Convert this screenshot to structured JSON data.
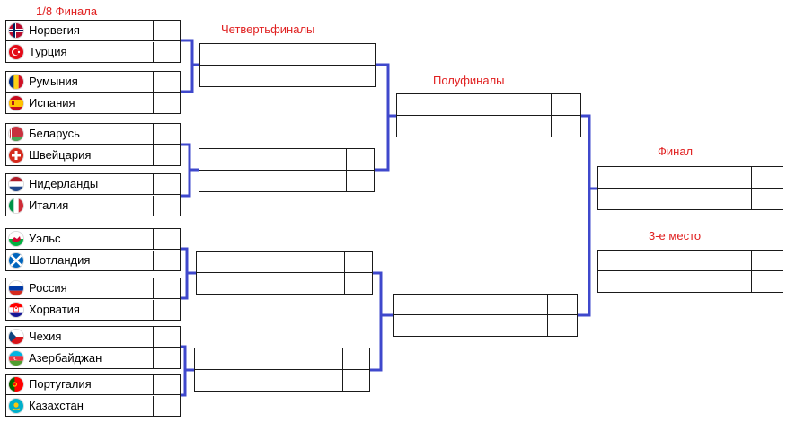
{
  "labels": {
    "round_of_16": "1/8  Финала",
    "quarterfinals": "Четвертьфиналы",
    "semifinals": "Полуфиналы",
    "final": "Финал",
    "third_place": "3-е место"
  },
  "teams": [
    {
      "name": "Норвегия",
      "flag": "norway-flag-icon"
    },
    {
      "name": "Турция",
      "flag": "turkey-flag-icon"
    },
    {
      "name": "Румыния",
      "flag": "romania-flag-icon"
    },
    {
      "name": "Испания",
      "flag": "spain-flag-icon"
    },
    {
      "name": "Беларусь",
      "flag": "belarus-flag-icon"
    },
    {
      "name": "Швейцария",
      "flag": "switzerland-flag-icon"
    },
    {
      "name": "Нидерланды",
      "flag": "netherlands-flag-icon"
    },
    {
      "name": "Италия",
      "flag": "italy-flag-icon"
    },
    {
      "name": "Уэльс",
      "flag": "wales-flag-icon"
    },
    {
      "name": "Шотландия",
      "flag": "scotland-flag-icon"
    },
    {
      "name": "Россия",
      "flag": "russia-flag-icon"
    },
    {
      "name": "Хорватия",
      "flag": "croatia-flag-icon"
    },
    {
      "name": "Чехия",
      "flag": "czech-flag-icon"
    },
    {
      "name": "Азербайджан",
      "flag": "azerbaijan-flag-icon"
    },
    {
      "name": "Португалия",
      "flag": "portugal-flag-icon"
    },
    {
      "name": "Казахстан",
      "flag": "kazakhstan-flag-icon"
    }
  ],
  "colors": {
    "bracket_line": "#3f48cc",
    "label_text": "#e02020"
  }
}
